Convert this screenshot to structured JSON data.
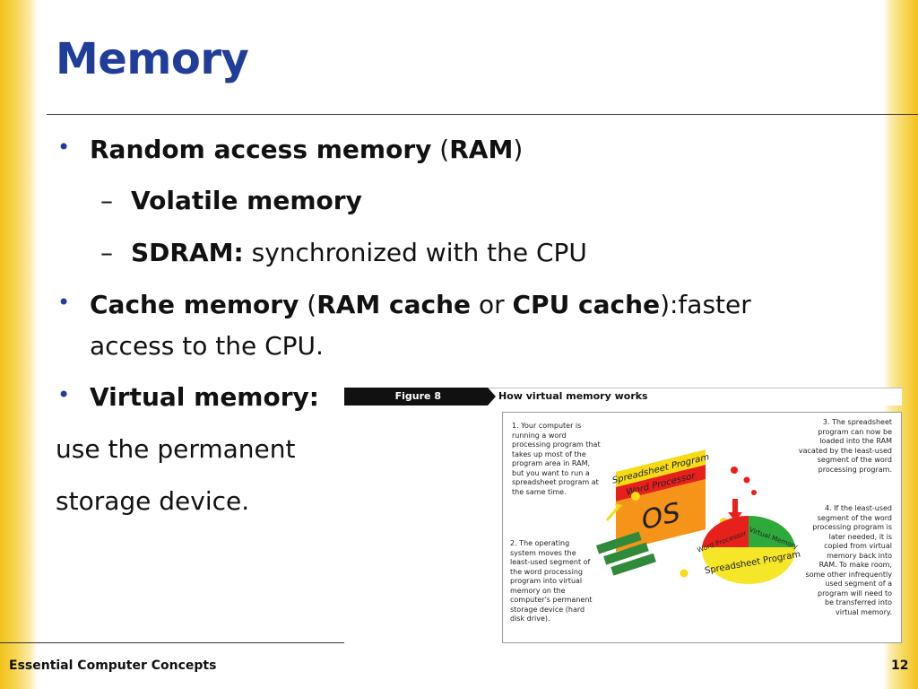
{
  "slide": {
    "title": "Memory",
    "footer": "Essential Computer Concepts",
    "page_number": "12"
  },
  "content": {
    "bullet1": {
      "bold": "Random access memory",
      "paren_open": " (",
      "bold2": "RAM",
      "paren_close": ")"
    },
    "sub1": {
      "dash": "–",
      "bold": "Volatile memory"
    },
    "sub2": {
      "dash": "–",
      "bold": "SDRAM:",
      "text": " synchronized with the CPU"
    },
    "bullet2": {
      "bold": "Cache memory",
      "open": " (",
      "bold2": "RAM cache",
      "or": " or ",
      "bold3": "CPU cache",
      "close": "):faster",
      "cont": "access to the CPU."
    },
    "bullet3": {
      "bold": "Virtual memory:"
    },
    "para1": "use the permanent",
    "para2": "storage device.",
    "bullet_glyph": "•"
  },
  "figure": {
    "label": "Figure 8",
    "caption": "How virtual memory works",
    "note1": "1. Your computer is\nrunning a word\nprocessing program that\ntakes up most of the\nprogram area in RAM,\nbut you want to run a\nspreadsheet program at\nthe same time.",
    "note2": "2. The operating\nsystem moves the\nleast-used segment of\nthe word processing\nprogram into virtual\nmemory on the\ncomputer's permanent\nstorage device (hard\ndisk drive).",
    "note3": "3. The spreadsheet\nprogram can now be\nloaded into the RAM\nvacated by the least-used\nsegment of the word\nprocessing program.",
    "note4": "4. If the least-used\nsegment of the word\nprocessing program is\nlater needed, it is\ncopied from virtual\nmemory back into\nRAM. To make room,\nsome other infrequently\nused segment of a\nprogram will need to\nbe transferred into\nvirtual memory.",
    "ram_labels": {
      "top": "Spreadsheet Program",
      "middle": "Word Processor",
      "bottom": "OS"
    },
    "disk_labels": {
      "left": "Word Processor",
      "right": "Virtual Memory",
      "bottom": "Spreadsheet Program"
    },
    "colors": {
      "ram_top": "#f5dc14",
      "ram_middle": "#e8201c",
      "ram_bottom": "#f59418",
      "disk_red": "#e8201c",
      "disk_green": "#2eaa3c",
      "disk_yellow": "#f5e628",
      "chip_green": "#2f8a3a"
    }
  }
}
